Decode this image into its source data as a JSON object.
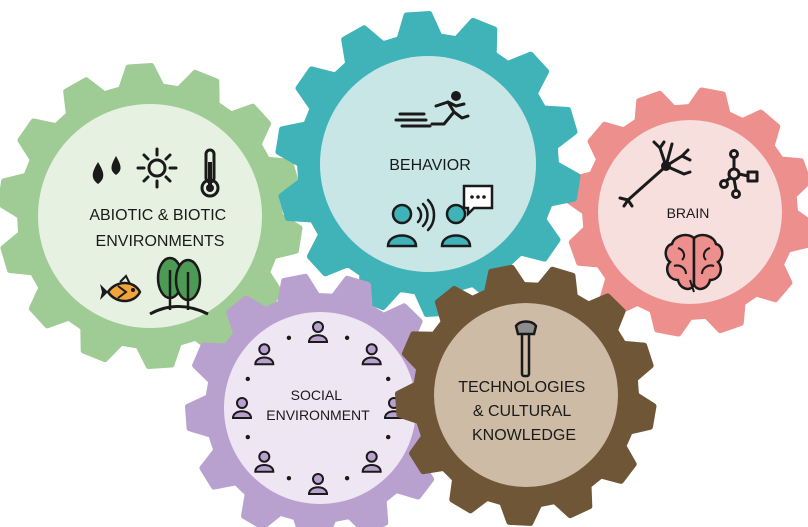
{
  "gears": [
    {
      "id": "abiotic",
      "label_lines": [
        "ABIOTIC & BIOTIC",
        "ENVIRONMENTS"
      ],
      "outer_color": "#9fcb94",
      "inner_color": "#e7f1e2",
      "icons": [
        "water-drops-icon",
        "sun-icon",
        "thermometer-icon",
        "fish-icon",
        "trees-icon"
      ]
    },
    {
      "id": "behavior",
      "label_lines": [
        "BEHAVIOR"
      ],
      "outer_color": "#3fb3b8",
      "inner_color": "#c9e6e6",
      "icons": [
        "running-person-icon",
        "speaking-person-icon",
        "chat-person-icon"
      ]
    },
    {
      "id": "brain",
      "label_lines": [
        "BRAIN"
      ],
      "outer_color": "#ec8f8d",
      "inner_color": "#f7dfdd",
      "icons": [
        "neuron-icon",
        "network-icon",
        "brain-icon"
      ]
    },
    {
      "id": "social",
      "label_lines": [
        "SOCIAL",
        "ENVIRONMENT"
      ],
      "outer_color": "#b9a1cf",
      "inner_color": "#eee6f3",
      "icons": [
        "person-icon"
      ]
    },
    {
      "id": "technologies",
      "label_lines": [
        "TECHNOLOGIES",
        "& CULTURAL",
        "KNOWLEDGE"
      ],
      "outer_color": "#6e5637",
      "inner_color": "#cdbba6",
      "icons": [
        "stone-tool-icon"
      ]
    }
  ],
  "colors": {
    "icon_teal": "#3fb3b8",
    "icon_green": "#4c9a54",
    "icon_purple": "#b9a1cf",
    "icon_tan": "#cdbba6",
    "icon_pink": "#ec8f8d"
  }
}
